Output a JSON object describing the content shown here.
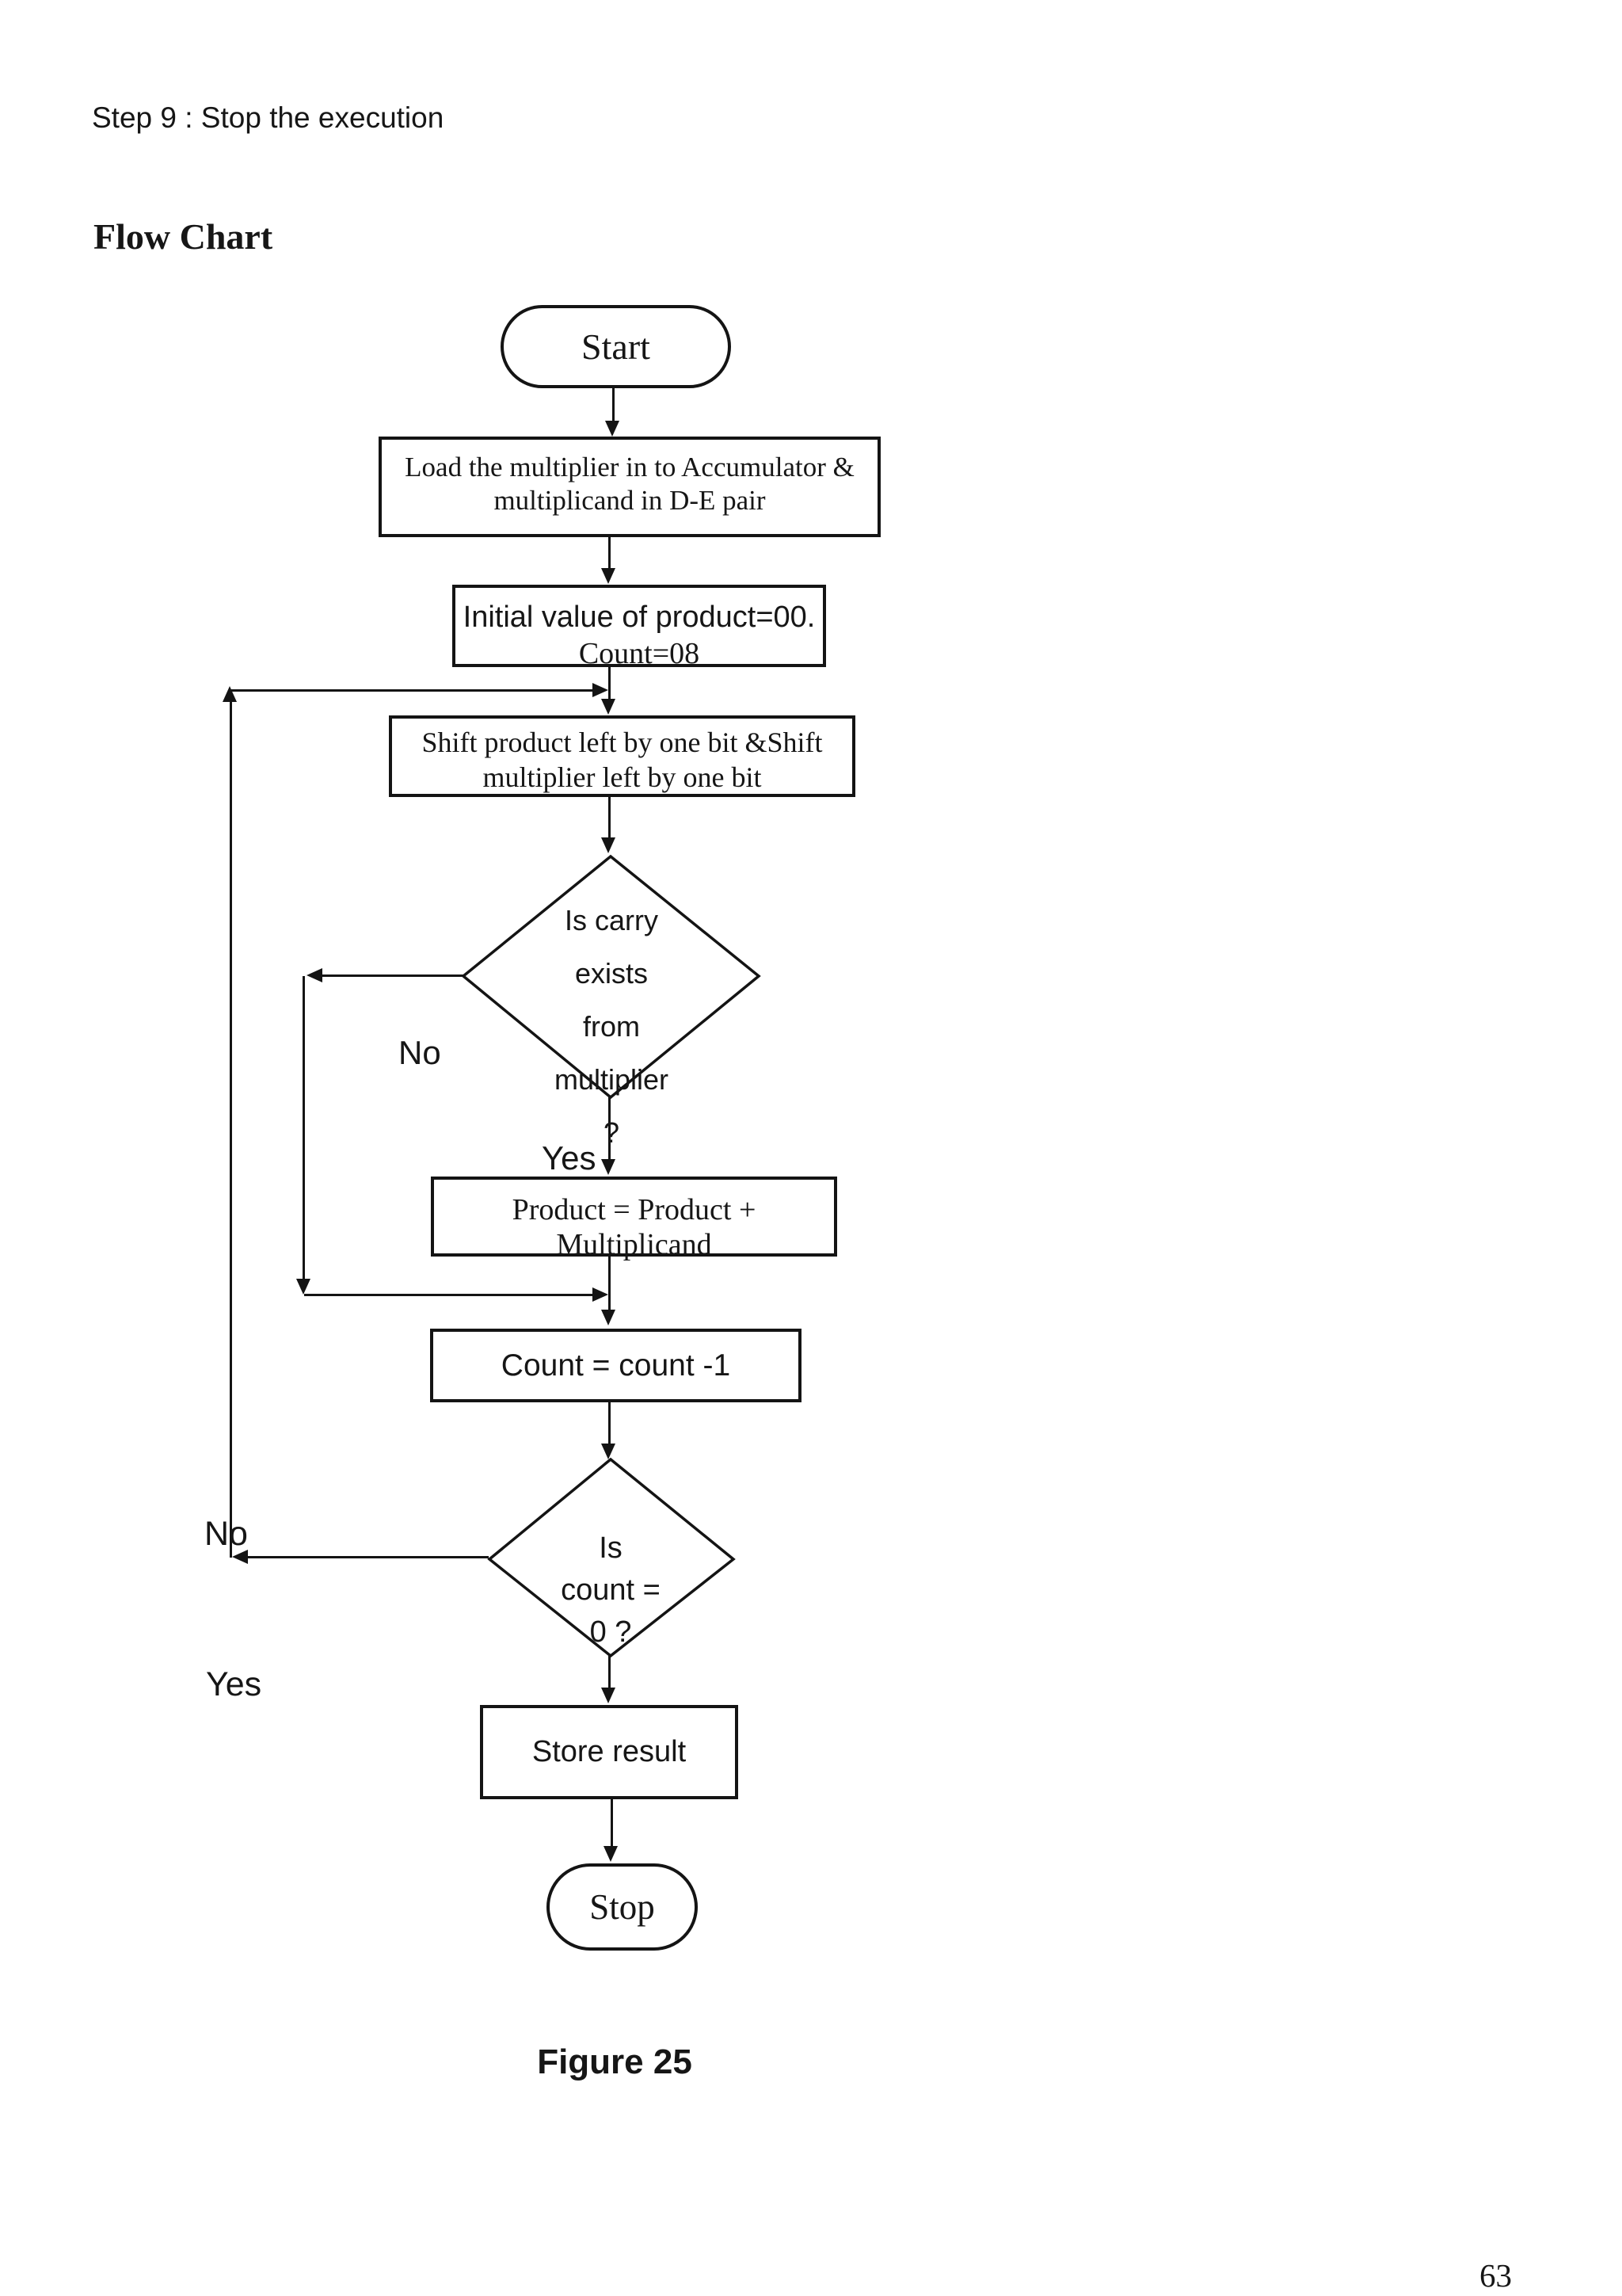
{
  "page": {
    "step_line": "Step 9 : Stop the execution",
    "heading": "Flow Chart",
    "figure_caption": "Figure 25",
    "page_number": "63"
  },
  "flowchart": {
    "start_label": "Start",
    "load_box_line1": "Load the multiplier in to Accumulator  &",
    "load_box_line2": "multiplicand in D-E pair",
    "init_box_line1": "Initial value of product=00.",
    "init_box_line2": "Count=08",
    "shift_box_line1": "Shift product left by one bit &Shift",
    "shift_box_line2": "multiplier left by one bit",
    "decision_carry_line1": "Is carry",
    "decision_carry_line2": "exists",
    "decision_carry_line3": "from",
    "decision_carry_line4": "multiplier",
    "decision_carry_line5": "?",
    "carry_no_label": "No",
    "carry_yes_label": "Yes",
    "product_box": "Product =  Product + Multiplicand",
    "count_box": "Count = count -1",
    "decision_count_line1": "Is",
    "decision_count_line2": "count =",
    "decision_count_line3": "0 ?",
    "count_no_label": "No",
    "count_yes_label": "Yes",
    "store_box": "Store result",
    "stop_label": "Stop"
  }
}
